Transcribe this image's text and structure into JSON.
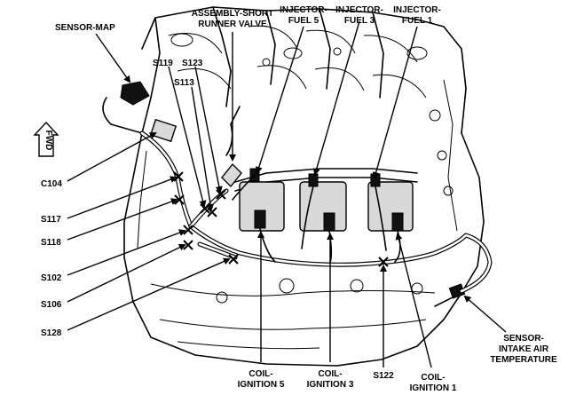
{
  "labels": {
    "sensor_map": "SENSOR-MAP",
    "assembly_short_runner_valve_line1": "ASSEMBLY-SHORT",
    "assembly_short_runner_valve_line2": "RUNNER VALVE",
    "injector_fuel5_line1": "INJECTOR-",
    "injector_fuel5_line2": "FUEL 5",
    "injector_fuel3_line1": "INJECTOR-",
    "injector_fuel3_line2": "FUEL 3",
    "injector_fuel1_line1": "INJECTOR-",
    "injector_fuel1_line2": "FUEL 1",
    "s119": "S119",
    "s123": "S123",
    "s113": "S113",
    "c104": "C104",
    "s117": "S117",
    "s118": "S118",
    "s102": "S102",
    "s106": "S106",
    "s128": "S128",
    "s122": "S122",
    "coil_ign5_line1": "COIL-",
    "coil_ign5_line2": "IGNITION 5",
    "coil_ign3_line1": "COIL-",
    "coil_ign3_line2": "IGNITION 3",
    "coil_ign1_line1": "COIL-",
    "coil_ign1_line2": "IGNITION 1",
    "sensor_iat_line1": "SENSOR-",
    "sensor_iat_line2": "INTAKE AIR",
    "sensor_iat_line3": "TEMPERATURE",
    "front_indicator": "FWD"
  },
  "icons": {
    "front_arrow": "up-arrow-icon"
  }
}
